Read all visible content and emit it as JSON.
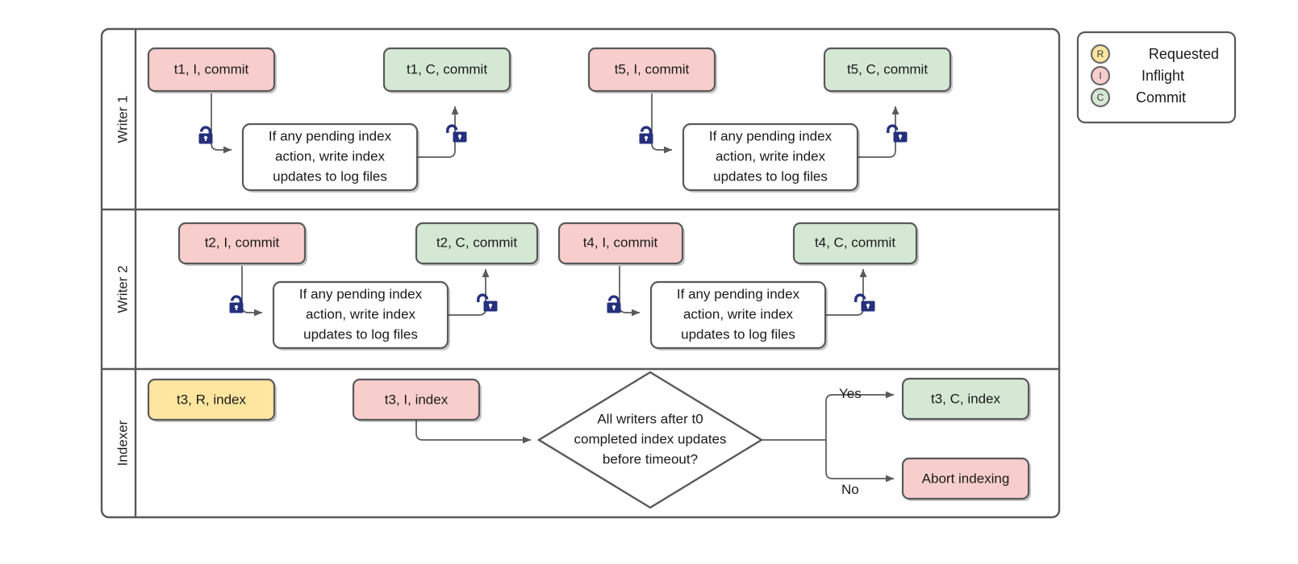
{
  "diagram": {
    "title": "Writer / Indexer concurrency swimlane",
    "colors": {
      "inflight_fill": "#f8cecc",
      "commit_fill": "#d5e8d4",
      "requested_fill": "#ffe6a0",
      "process_fill": "#ffffff",
      "stroke": "#58595b",
      "lock": "#25307c"
    },
    "lanes": [
      {
        "id": "writer1",
        "label": "Writer 1"
      },
      {
        "id": "writer2",
        "label": "Writer 2"
      },
      {
        "id": "indexer",
        "label": "Indexer"
      }
    ],
    "process_text": "If any pending index action, write index updates to log files",
    "process_lines": [
      "If any pending index",
      "action, write index",
      "updates to log files"
    ],
    "nodes": {
      "w1_t1_inflight": "t1, I, commit",
      "w1_t1_commit": "t1, C, commit",
      "w1_t5_inflight": "t5, I, commit",
      "w1_t5_commit": "t5, C, commit",
      "w2_t2_inflight": "t2, I, commit",
      "w2_t2_commit": "t2, C, commit",
      "w2_t4_inflight": "t4, I, commit",
      "w2_t4_commit": "t4, C, commit",
      "ix_t3_requested": "t3, R, index",
      "ix_t3_inflight": "t3, I, index",
      "ix_t3_commit": "t3, C, index",
      "ix_abort": "Abort indexing"
    },
    "decision": {
      "lines": [
        "All writers after t0",
        "completed index updates",
        "before timeout?"
      ],
      "text": "All writers after t0 completed index updates before timeout?",
      "yes_label": "Yes",
      "no_label": "No"
    },
    "icons": {
      "lock_closed": "lock-closed-icon",
      "lock_open": "lock-open-icon"
    },
    "legend": {
      "items": [
        {
          "letter": "R",
          "label": "Requested",
          "fill": "#ffe6a0"
        },
        {
          "letter": "I",
          "label": "Inflight",
          "fill": "#f8cecc"
        },
        {
          "letter": "C",
          "label": "Commit",
          "fill": "#d5e8d4"
        }
      ]
    }
  }
}
